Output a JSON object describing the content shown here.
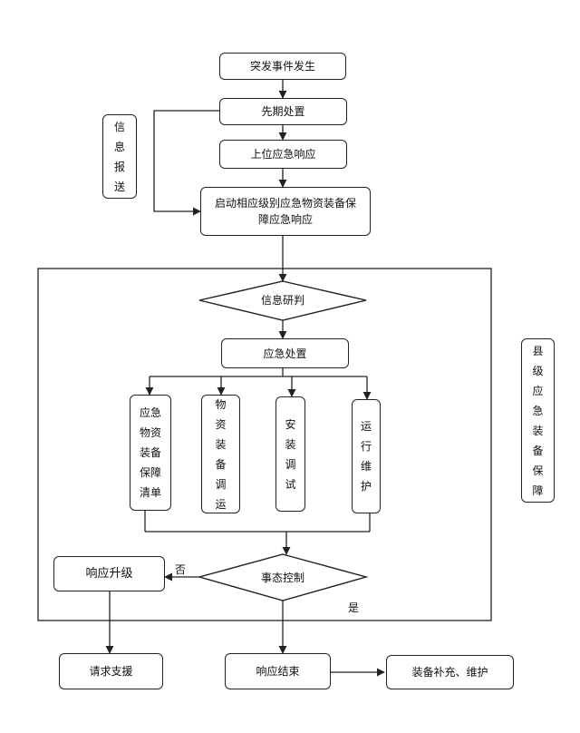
{
  "nodes": {
    "emergency_occurs": "突发事件发生",
    "initial_response": "先期处置",
    "superior_response": "上位应急响应",
    "start_response": "启动相应级别应急物资装备保障应急响应",
    "info_judgment": "信息研判",
    "emergency_handling": "应急处置",
    "supply_list": "应急物资装备保障清单",
    "dispatch": "物资装备调运",
    "install_debug": "安装调试",
    "maintenance": "运行维护",
    "situation_control": "事态控制",
    "response_upgrade": "响应升级",
    "request_support": "请求支援",
    "response_end": "响应结束",
    "replenish_maintain": "装备补充、维护"
  },
  "side_labels": {
    "info_report": "信息报送",
    "county_guarantee": "县级应急装备保障"
  },
  "edge_labels": {
    "no": "否",
    "yes": "是"
  }
}
